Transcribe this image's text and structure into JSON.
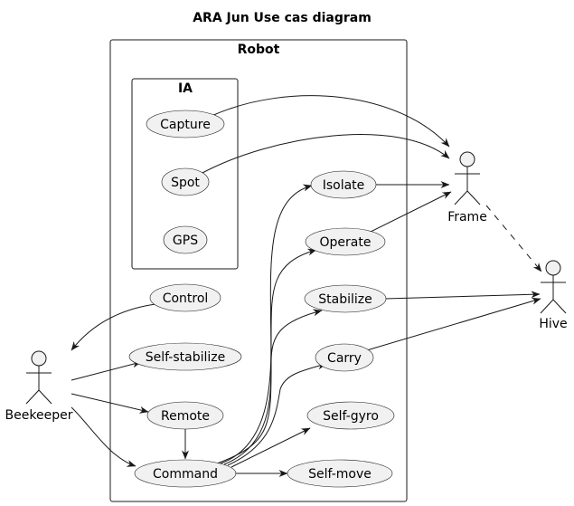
{
  "title": "ARA Jun Use cas diagram",
  "packages": {
    "robot": "Robot",
    "ia": "IA"
  },
  "actors": {
    "frame": "Frame",
    "hive": "Hive",
    "beekeeper": "Beekeeper"
  },
  "use_cases": {
    "capture": "Capture",
    "spot": "Spot",
    "gps": "GPS",
    "control": "Control",
    "self_stabilize": "Self-stabilize",
    "remote": "Remote",
    "command": "Command",
    "isolate": "Isolate",
    "operate": "Operate",
    "stabilize": "Stabilize",
    "carry": "Carry",
    "self_gyro": "Self-gyro",
    "self_move": "Self-move"
  },
  "relations": [
    {
      "from": "Capture",
      "to": "Frame",
      "style": "solid"
    },
    {
      "from": "Spot",
      "to": "Frame",
      "style": "solid"
    },
    {
      "from": "Isolate",
      "to": "Frame",
      "style": "solid"
    },
    {
      "from": "Operate",
      "to": "Frame",
      "style": "solid"
    },
    {
      "from": "Frame",
      "to": "Hive",
      "style": "dashed"
    },
    {
      "from": "Stabilize",
      "to": "Hive",
      "style": "solid"
    },
    {
      "from": "Carry",
      "to": "Hive",
      "style": "solid"
    },
    {
      "from": "Control",
      "to": "Beekeeper",
      "style": "solid"
    },
    {
      "from": "Beekeeper",
      "to": "Self-stabilize",
      "style": "solid"
    },
    {
      "from": "Beekeeper",
      "to": "Remote",
      "style": "solid"
    },
    {
      "from": "Beekeeper",
      "to": "Command",
      "style": "solid"
    },
    {
      "from": "Remote",
      "to": "Command",
      "style": "solid"
    },
    {
      "from": "Command",
      "to": "Isolate",
      "style": "solid"
    },
    {
      "from": "Command",
      "to": "Operate",
      "style": "solid"
    },
    {
      "from": "Command",
      "to": "Stabilize",
      "style": "solid"
    },
    {
      "from": "Command",
      "to": "Carry",
      "style": "solid"
    },
    {
      "from": "Command",
      "to": "Self-gyro",
      "style": "solid"
    },
    {
      "from": "Command",
      "to": "Self-move",
      "style": "solid"
    }
  ]
}
